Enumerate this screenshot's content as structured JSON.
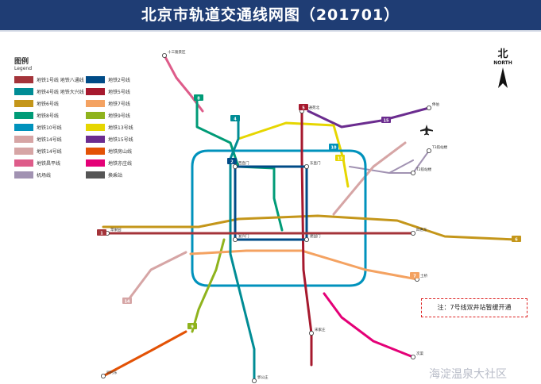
{
  "header": {
    "title": "北京市轨道交通线网图（201701）"
  },
  "legend": {
    "title": "图例",
    "subtitle": "Legend",
    "items": [
      {
        "label": "地铁1号线 地铁八通线",
        "color": "#a4343a"
      },
      {
        "label": "地铁2号线",
        "color": "#004b87"
      },
      {
        "label": "地铁4号线 地铁大兴线",
        "color": "#008c95"
      },
      {
        "label": "地铁5号线",
        "color": "#a6192e"
      },
      {
        "label": "地铁6号线",
        "color": "#c4961a"
      },
      {
        "label": "地铁7号线",
        "color": "#f4a261"
      },
      {
        "label": "地铁8号线",
        "color": "#009b77"
      },
      {
        "label": "地铁9号线",
        "color": "#8fb31d"
      },
      {
        "label": "地铁10号线",
        "color": "#0092bc"
      },
      {
        "label": "地铁13号线",
        "color": "#e6d600"
      },
      {
        "label": "地铁14号线",
        "color": "#d6a5a5"
      },
      {
        "label": "地铁15号线",
        "color": "#6b2c8f"
      },
      {
        "label": "地铁14号线",
        "color": "#d6a5a5"
      },
      {
        "label": "地铁房山线",
        "color": "#e35205"
      },
      {
        "label": "地铁昌平线",
        "color": "#de5c8a"
      },
      {
        "label": "地铁亦庄线",
        "color": "#e40077"
      },
      {
        "label": "机场线",
        "color": "#a192b2"
      },
      {
        "label": "换乘站",
        "color": "#555555"
      }
    ]
  },
  "compass": {
    "cn": "北",
    "en": "NORTH"
  },
  "note": "注：7号线双井站暂缓开通",
  "watermark": "海淀温泉大社区",
  "lines": [
    {
      "name": "1",
      "color": "#a4343a"
    },
    {
      "name": "2",
      "color": "#004b87"
    },
    {
      "name": "4",
      "color": "#008c95"
    },
    {
      "name": "5",
      "color": "#a6192e"
    },
    {
      "name": "6",
      "color": "#c4961a"
    },
    {
      "name": "7",
      "color": "#f4a261"
    },
    {
      "name": "8",
      "color": "#009b77"
    },
    {
      "name": "9",
      "color": "#8fb31d"
    },
    {
      "name": "10",
      "color": "#0092bc"
    },
    {
      "name": "13",
      "color": "#e6d600"
    },
    {
      "name": "14",
      "color": "#d6a5a5"
    },
    {
      "name": "15",
      "color": "#6b2c8f"
    },
    {
      "name": "Changping",
      "color": "#de5c8a"
    },
    {
      "name": "Fangshan",
      "color": "#e35205"
    },
    {
      "name": "Yizhuang",
      "color": "#e40077"
    },
    {
      "name": "Airport",
      "color": "#a192b2"
    }
  ],
  "stations": [
    {
      "name": "西直门"
    },
    {
      "name": "东直门"
    },
    {
      "name": "建国门"
    },
    {
      "name": "复兴门"
    },
    {
      "name": "宋家庄"
    },
    {
      "name": "四惠东"
    },
    {
      "name": "苹果园"
    },
    {
      "name": "天通苑北"
    },
    {
      "name": "十三陵景区"
    },
    {
      "name": "T3航站楼"
    },
    {
      "name": "T2航站楼"
    },
    {
      "name": "俸伯"
    },
    {
      "name": "郭公庄"
    },
    {
      "name": "阎村东"
    },
    {
      "name": "次渠"
    },
    {
      "name": "土桥"
    }
  ],
  "line_badges": [
    {
      "text": "1"
    },
    {
      "text": "2"
    },
    {
      "text": "4"
    },
    {
      "text": "5"
    },
    {
      "text": "6"
    },
    {
      "text": "7"
    },
    {
      "text": "8"
    },
    {
      "text": "9"
    },
    {
      "text": "10"
    },
    {
      "text": "13"
    },
    {
      "text": "14"
    },
    {
      "text": "15"
    }
  ]
}
